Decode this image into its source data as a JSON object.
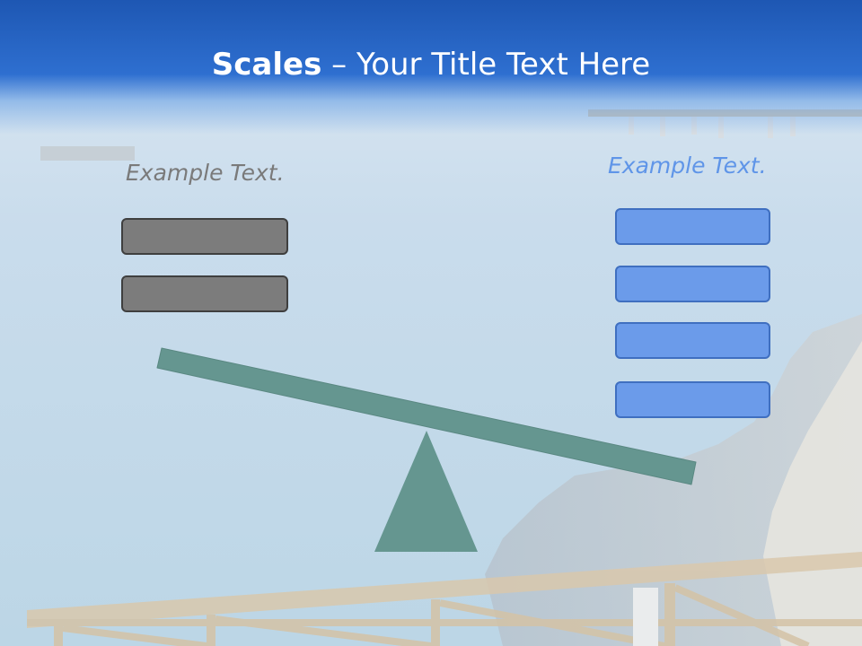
{
  "slide": {
    "title_bold": "Scales",
    "title_rest": " – Your Title Text Here"
  },
  "left": {
    "label": "Example Text.",
    "box_count": 2,
    "color": "#7c7c7c"
  },
  "right": {
    "label": "Example Text.",
    "box_count": 4,
    "color": "#6b9bea"
  },
  "scale": {
    "color": "#659690"
  }
}
